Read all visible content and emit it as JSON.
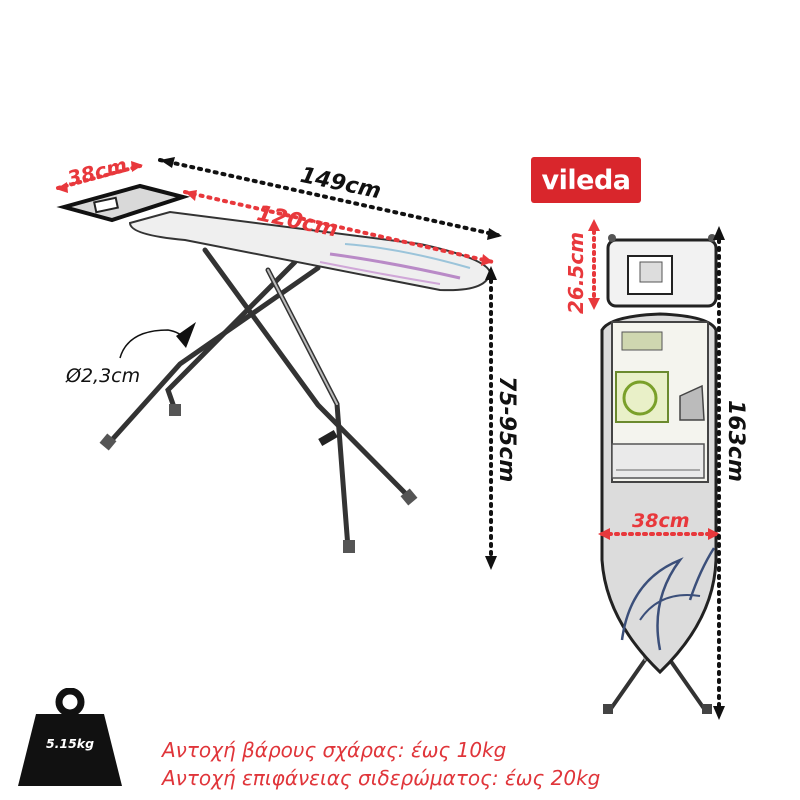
{
  "brand": {
    "logo_text": "vileda",
    "color": "#d9262c"
  },
  "dimensions": {
    "board_width": "38cm",
    "total_length": "149cm",
    "ironing_surface_length": "120cm",
    "tube_diameter": "Ø2,3cm",
    "height_range": "75-95cm",
    "rest_depth": "26.5cm",
    "front_width": "38cm",
    "folded_height": "163cm"
  },
  "weight": {
    "label": "5.15kg"
  },
  "notes": {
    "line1": "Αντοχή βάρους σχάρας: έως 10kg",
    "line2": "Αντοχή επιφάνειας σιδερώματος: έως 20kg"
  },
  "colors": {
    "accent_red": "#e8383c",
    "dimension_black": "#111111"
  }
}
